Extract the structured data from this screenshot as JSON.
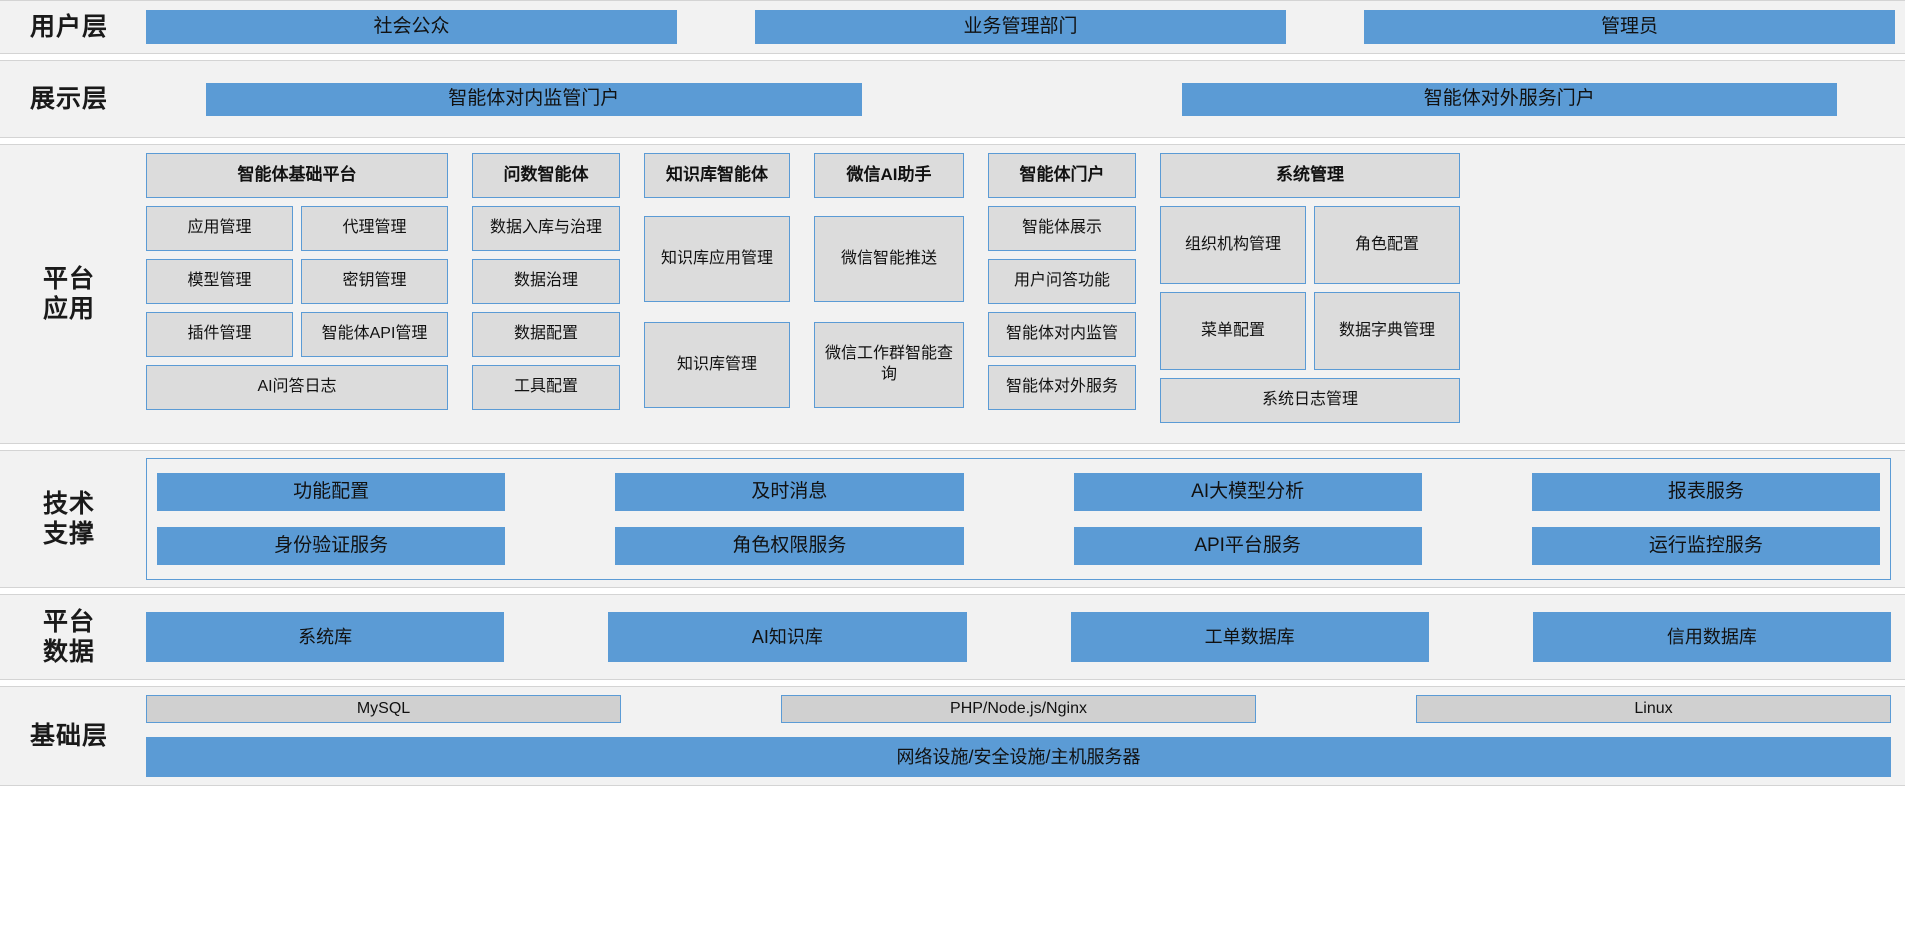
{
  "layers": {
    "user": {
      "label": "用户层",
      "items": [
        "社会公众",
        "业务管理部门",
        "管理员"
      ]
    },
    "presentation": {
      "label": "展示层",
      "items": [
        "智能体对内监管门户",
        "智能体对外服务门户"
      ]
    },
    "platform_apps": {
      "label": "平台\n应用",
      "columns": [
        {
          "head": "智能体基础平台",
          "pairs": [
            [
              "应用管理",
              "代理管理"
            ],
            [
              "模型管理",
              "密钥管理"
            ],
            [
              "插件管理",
              "智能体API管理"
            ]
          ],
          "full": [
            "AI问答日志"
          ]
        },
        {
          "head": "问数智能体",
          "single": [
            "数据入库与治理",
            "数据治理",
            "数据配置",
            "工具配置"
          ]
        },
        {
          "head": "知识库智能体",
          "tall": [
            "知识库应用管理",
            "知识库管理"
          ]
        },
        {
          "head": "微信AI助手",
          "tall": [
            "微信智能推送",
            "微信工作群智能查询"
          ]
        },
        {
          "head": "智能体门户",
          "single": [
            "智能体展示",
            "用户问答功能",
            "智能体对内监管",
            "智能体对外服务"
          ]
        },
        {
          "head": "系统管理",
          "pairs": [
            [
              "组织机构管理",
              "角色配置"
            ],
            [
              "菜单配置",
              "数据字典管理"
            ]
          ],
          "full": [
            "系统日志管理"
          ]
        }
      ]
    },
    "tech_support": {
      "label": "技术\n支撑",
      "row1": [
        "功能配置",
        "及时消息",
        "AI大模型分析",
        "报表服务"
      ],
      "row2": [
        "身份验证服务",
        "角色权限服务",
        "API平台服务",
        "运行监控服务"
      ]
    },
    "platform_data": {
      "label": "平台\n数据",
      "items": [
        "系统库",
        "AI知识库",
        "工单数据库",
        "信用数据库"
      ]
    },
    "infrastructure": {
      "label": "基础层",
      "top": [
        "MySQL",
        "PHP/Node.js/Nginx",
        "Linux"
      ],
      "bottom": "网络设施/安全设施/主机服务器"
    }
  },
  "colors": {
    "accent_blue": "#5b9bd5",
    "band_bg": "#f2f2f2",
    "grey_box": "#dcdcdc",
    "grey_plain": "#d0d0d0",
    "text": "#111111"
  }
}
